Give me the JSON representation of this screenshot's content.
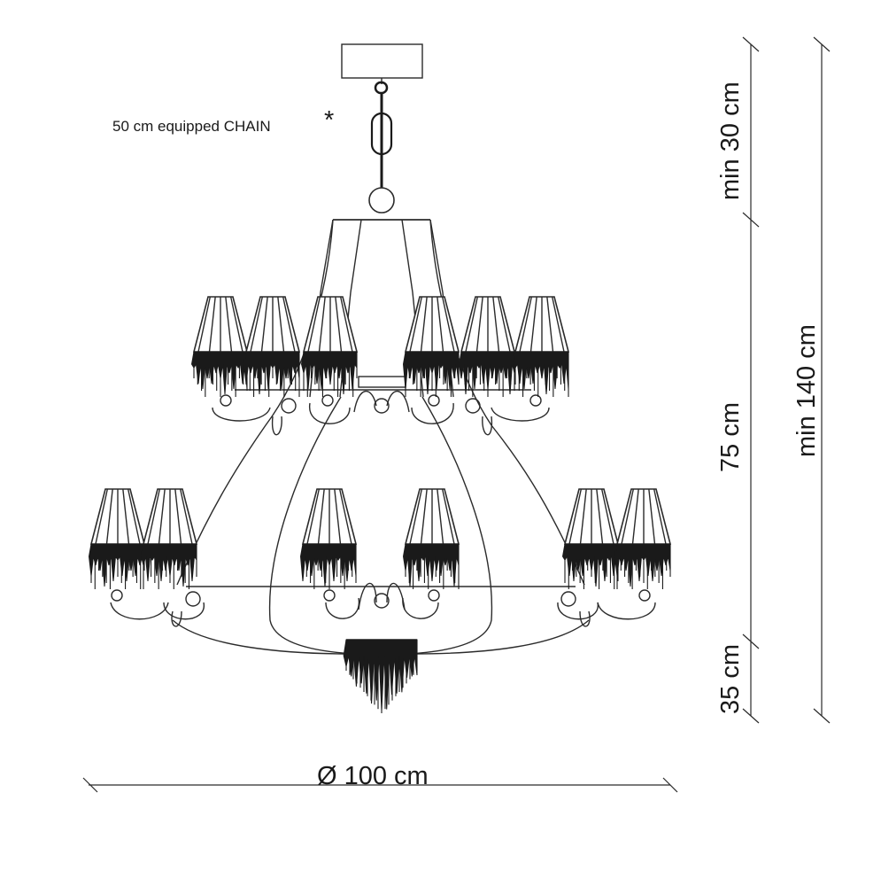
{
  "chain_note": "50 cm equipped CHAIN",
  "chain_note_mark": "*",
  "dimensions": {
    "top_min": "min 30 cm",
    "middle": "75 cm",
    "bottom": "35 cm",
    "total": "min 140 cm",
    "diameter": "Ø 100 cm"
  },
  "colors": {
    "line": "#2b2b2b",
    "shade_fill": "#1a1a1a",
    "background": "#ffffff"
  }
}
